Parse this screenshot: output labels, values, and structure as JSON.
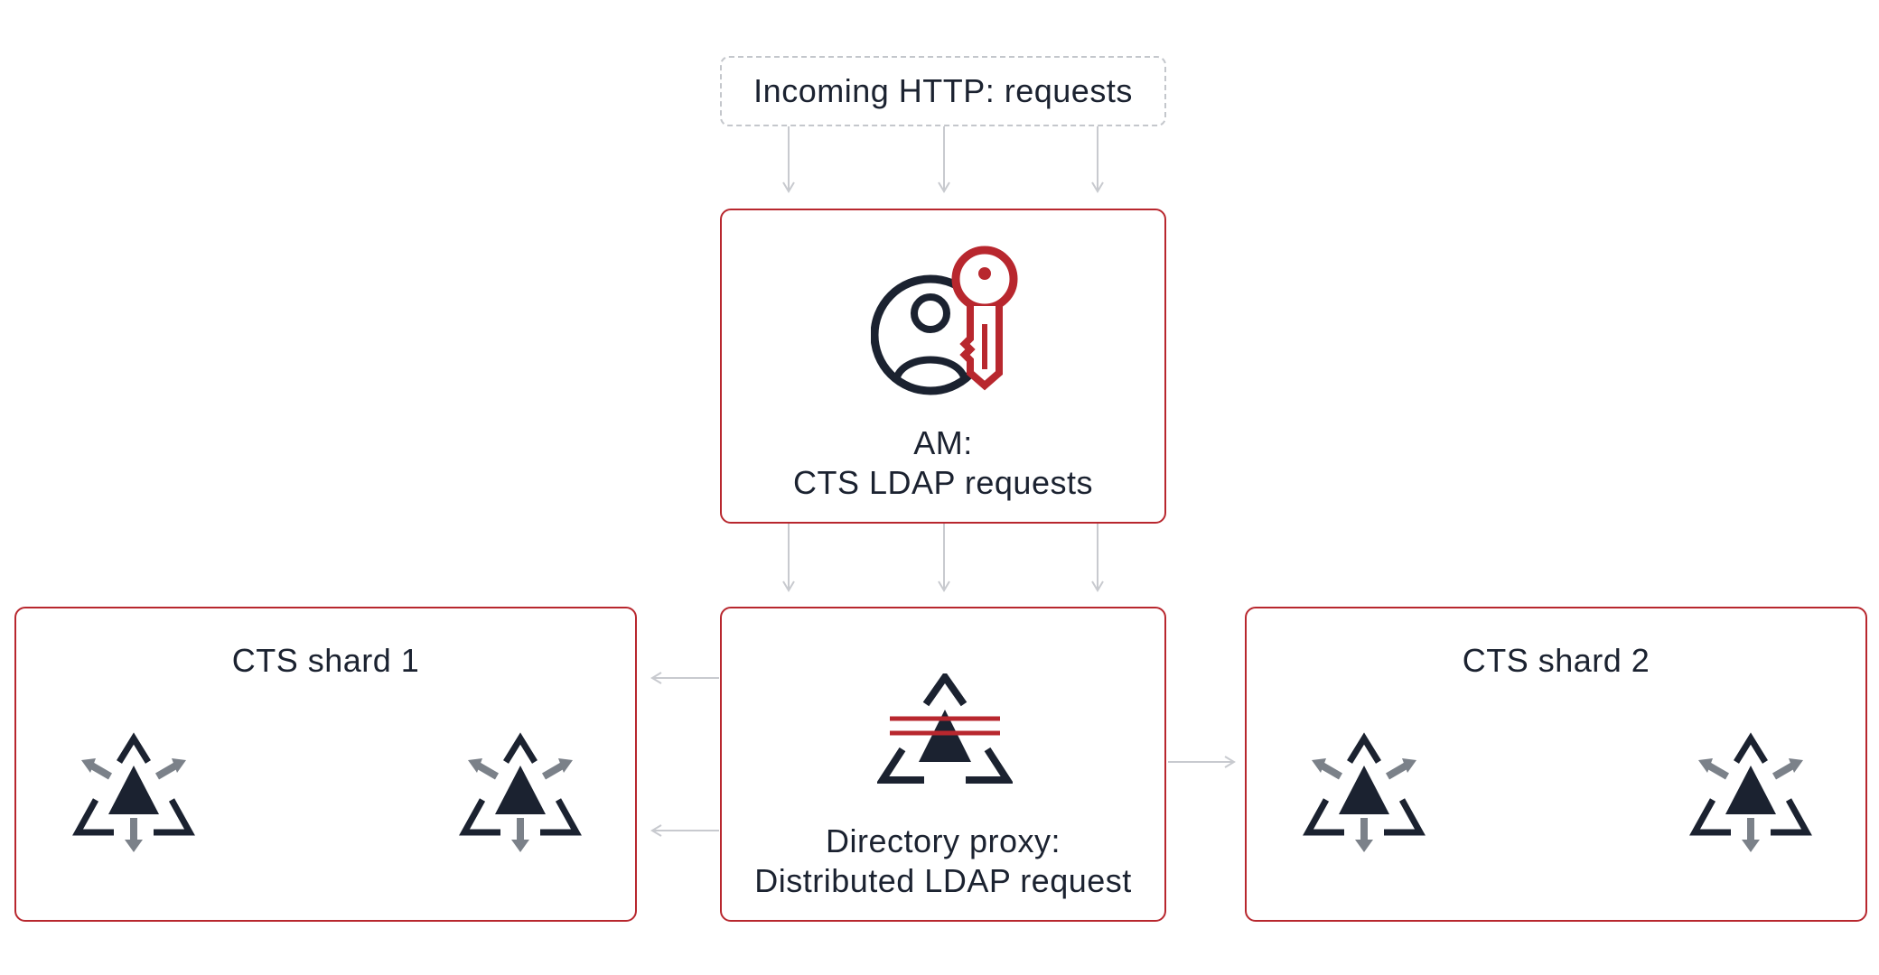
{
  "incoming": {
    "label": "Incoming HTTP: requests"
  },
  "am": {
    "line1": "AM:",
    "line2": "CTS LDAP requests",
    "icon": "user-key-icon"
  },
  "proxy": {
    "line1": "Directory proxy:",
    "line2": "Distributed LDAP request",
    "icon": "directory-proxy-icon"
  },
  "shard1": {
    "title": "CTS shard 1",
    "icon": "directory-server-icon"
  },
  "shard2": {
    "title": "CTS shard 2",
    "icon": "directory-server-icon"
  },
  "colors": {
    "accent": "#b8272e",
    "navy": "#1b2230",
    "grey_arrow": "#7b8189",
    "connector": "#c8cacf"
  }
}
